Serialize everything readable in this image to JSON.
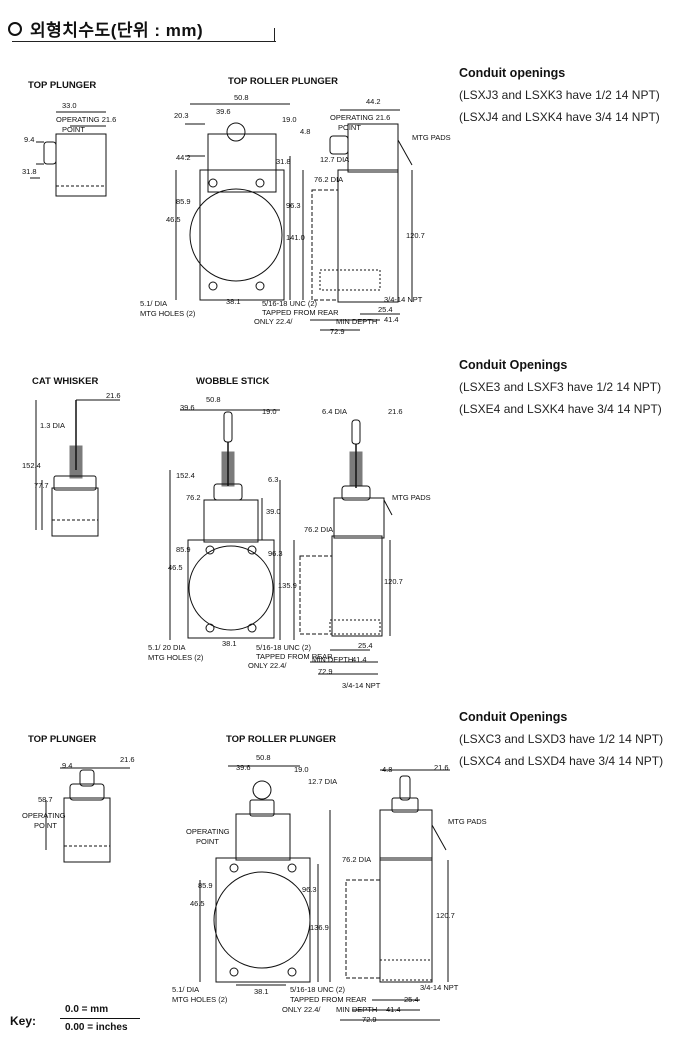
{
  "header": {
    "title": "외형치수도(단위 : mm)"
  },
  "sections": [
    {
      "conduit": {
        "title": "Conduit openings",
        "lines": [
          "(LSXJ3 and LSXK3 have 1/2 14 NPT)",
          "(LSXJ4 and LSXK4 have 3/4 14 NPT)"
        ]
      },
      "labels": {
        "left": "TOP PLUNGER",
        "center": "TOP ROLLER PLUNGER",
        "d1": "33.0",
        "d2": "OPERATING 21.6",
        "d3": "POINT",
        "d4": "9.4",
        "d5": "31.8",
        "d6": "50.8",
        "d7": "20.3",
        "d8": "39.6",
        "d9": "19.0",
        "d10": "44.2",
        "d11": "31.8",
        "d12": "85.9",
        "d13": "96.3",
        "d14": "46.5",
        "d15": "141.0",
        "d16": "5.1/ DIA",
        "d17": "MTG HOLES (2)",
        "d18": "38.1",
        "d19": "5/16-18 UNC (2)",
        "d20": "TAPPED FROM REAR",
        "d21": "ONLY 22.4/",
        "d22": "MIN DEPTH",
        "d23": "44.2",
        "d24": "OPERATING 21.6",
        "d25": "POINT",
        "d26": "4.8",
        "d27": "12.7 DIA",
        "d28": "76.2 DIA",
        "d29": "MTG PADS",
        "d30": "120.7",
        "d31": "3/4-14 NPT",
        "d32": "25.4",
        "d33": "41.4",
        "d34": "72.9"
      }
    },
    {
      "conduit": {
        "title": "Conduit Openings",
        "lines": [
          "(LSXE3 and LSXF3 have 1/2 14 NPT)",
          "(LSXE4 and LSXK4 have 3/4 14 NPT)"
        ]
      },
      "labels": {
        "left": "CAT WHISKER",
        "center": "WOBBLE STICK",
        "d1": "21.6",
        "d2": "1.3 DIA",
        "d3": "152.4",
        "d4": "77.7",
        "d5": "50.8",
        "d6": "39.6",
        "d7": "19.0",
        "d8": "152.4",
        "d9": "6.3",
        "d10": "76.2",
        "d11": "39.0",
        "d12": "85.9",
        "d13": "96.3",
        "d14": "46.5",
        "d15": "135.9",
        "d16": "5.1/ 20 DIA",
        "d17": "MTG HOLES (2)",
        "d18": "38.1",
        "d19": "5/16-18 UNC (2)",
        "d20": "TAPPED FROM REAR",
        "d21": "ONLY 22.4/",
        "d22": "MIN DEPTH",
        "d23": "6.4 DIA",
        "d24": "21.6",
        "d25": "MTG PADS",
        "d26": "76.2 DIA",
        "d27": "120.7",
        "d28": "25.4",
        "d29": "41.4",
        "d30": "72.9",
        "d31": "3/4-14 NPT"
      }
    },
    {
      "conduit": {
        "title": "Conduit Openings",
        "lines": [
          "(LSXC3 and LSXD3 have 1/2 14 NPT)",
          "(LSXC4 and LSXD4 have 3/4 14 NPT)"
        ]
      },
      "labels": {
        "left": "TOP PLUNGER",
        "center": "TOP ROLLER PLUNGER",
        "d1": "21.6",
        "d2": "9.4",
        "d3": "58.7",
        "d4": "OPERATING",
        "d5": "POINT",
        "d6": "50.8",
        "d7": "39.6",
        "d8": "19.0",
        "d9": "12.7 DIA",
        "d10": "OPERATING",
        "d11": "POINT",
        "d12": "85.9",
        "d13": "96.3",
        "d14": "46.5",
        "d15": "136.9",
        "d16": "5.1/ DIA",
        "d17": "MTG HOLES (2)",
        "d18": "38.1",
        "d19": "5/16-18 UNC (2)",
        "d20": "TAPPED FROM REAR",
        "d21": "ONLY 22.4/",
        "d22": "MIN DEPTH",
        "d23": "4.8",
        "d24": "21.6",
        "d25": "MTG PADS",
        "d26": "76.2 DIA",
        "d27": "120.7",
        "d28": "3/4-14 NPT",
        "d29": "25.4",
        "d30": "41.4",
        "d31": "72.9"
      }
    }
  ],
  "key": {
    "label": "Key:",
    "top": "0.0 = mm",
    "bottom": "0.00 = inches"
  }
}
